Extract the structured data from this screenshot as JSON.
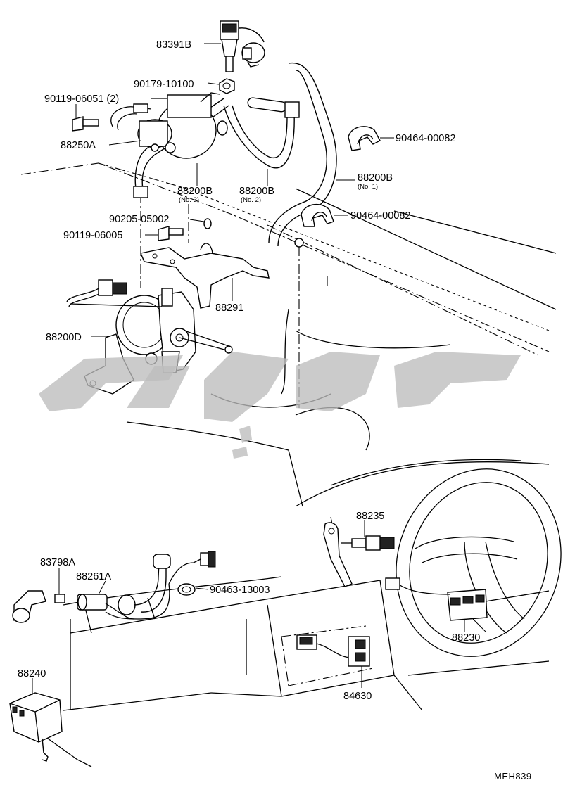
{
  "labels": {
    "p83391b": "83391B",
    "p90179": "90179-10100",
    "p90119a": "90119-06051 (2)",
    "p88250a": "88250A",
    "p90464a": "90464-00082",
    "p88200b1": "88200B",
    "p88200b1_sub": "(No. 1)",
    "p88200b3": "88200B",
    "p88200b3_sub": "(No. 3)",
    "p88200b2": "88200B",
    "p88200b2_sub": "(No. 2)",
    "p90205": "90205-05002",
    "p90119b": "90119-06005",
    "p90464b": "90464-00082",
    "p88291": "88291",
    "p88200d": "88200D",
    "p88235": "88235",
    "p83798a": "83798A",
    "p88261a": "88261A",
    "p90463": "90463-13003",
    "p88230": "88230",
    "p88240": "88240",
    "p84630": "84630"
  },
  "figure_code": "MEH839",
  "icons": {
    "watermark": "watermark-logo"
  }
}
